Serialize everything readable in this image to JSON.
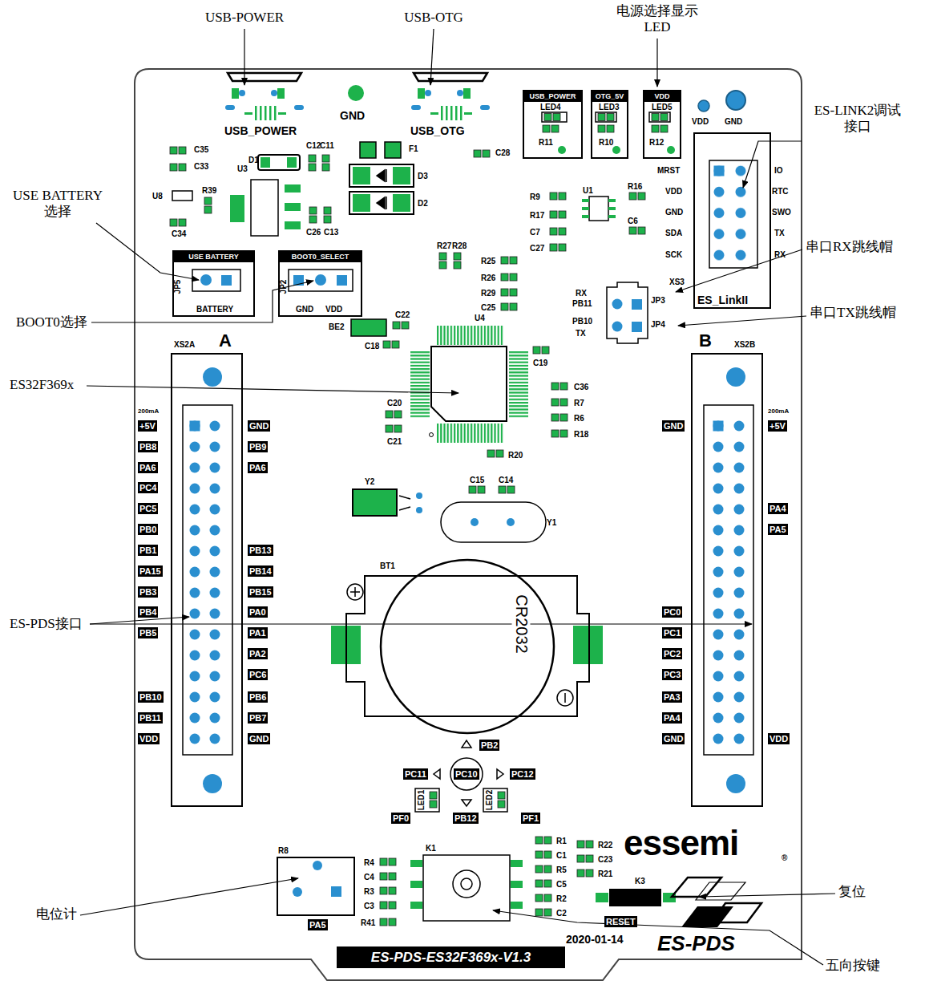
{
  "diagram": {
    "nodes": [
      {
        "text": [
          "USB_POWER",
          "LED4",
          "R11"
        ]
      },
      {
        "text": [
          "OTG_5V",
          "LED3",
          "R10"
        ]
      },
      {
        "text": [
          "VDD",
          "LED5",
          "R12"
        ]
      },
      {
        "text": [
          "ES_LinkII"
        ]
      },
      {
        "text": [
          "USE BATTERY",
          "JP5",
          "BATTERY"
        ]
      },
      {
        "text": [
          "BOOT0_SELECT",
          "JP2",
          "GND",
          "VDD"
        ]
      },
      {
        "text": [
          "XS2A",
          "A"
        ]
      },
      {
        "text": [
          "B",
          "XS2B"
        ]
      },
      {
        "text": [
          "R8",
          "PA5"
        ]
      },
      {
        "text": [
          "K3",
          "RESET"
        ]
      },
      {
        "text": [
          "ES-PDS-ES32F369x-V1.3"
        ]
      }
    ],
    "labels": [
      "USB-POWER",
      "USB-OTG",
      "电源选择显示 LED",
      "ES-LINK2调试 接口",
      "USE BATTERY 选择",
      "BOOT0选择",
      "串口RX跳线帽",
      "串口TX跳线帽",
      "ES32F369x",
      "ES-PDS接口",
      "电位计",
      "复位",
      "五向按键",
      "USB_POWER",
      "USB_OTG",
      "GND",
      "VDD",
      "GND",
      "C35",
      "C33",
      "U3",
      "D1",
      "C12",
      "C11",
      "F1",
      "C28",
      "D3",
      "D2",
      "U8",
      "R39",
      "C34",
      "C26",
      "C13",
      "R9",
      "R17",
      "C7",
      "C27",
      "U1",
      "R16",
      "C6",
      "R27",
      "R28",
      "R25",
      "R26",
      "R29",
      "C25",
      "BE2",
      "C22",
      "C18",
      "U4",
      "C19",
      "C36",
      "R7",
      "R6",
      "R18",
      "C20",
      "C21",
      "R20",
      "Y2",
      "C15",
      "C14",
      "Y1",
      "BT1",
      "CR2032",
      "MRST",
      "VDD",
      "GND",
      "SDA",
      "SCK",
      "IO",
      "RTC",
      "SWO",
      "TX",
      "RX",
      "XS3",
      "RX",
      "PB11",
      "JP3",
      "PB10",
      "TX",
      "JP4",
      "200mA",
      "+5V",
      "PB8",
      "PA6",
      "PC4",
      "PC5",
      "PB0",
      "PB1",
      "PA15",
      "PB3",
      "PB4",
      "PB5",
      "PB10",
      "PB11",
      "VDD",
      "GND",
      "PB9",
      "PA6",
      "PB13",
      "PB14",
      "PB15",
      "PA0",
      "PA1",
      "PA2",
      "PC6",
      "PB6",
      "PB7",
      "GND",
      "GND",
      "PC0",
      "PC1",
      "PC2",
      "PC3",
      "PA3",
      "PA4",
      "GND",
      "200mA",
      "+5V",
      "PA4",
      "PA5",
      "VDD",
      "PB2",
      "PC11",
      "PC10",
      "PC12",
      "LED1",
      "LED2",
      "PF0",
      "PB12",
      "PF1",
      "K1",
      "R4",
      "C4",
      "R3",
      "C3",
      "R41",
      "R1",
      "C1",
      "R5",
      "C5",
      "R2",
      "C2",
      "R22",
      "C23",
      "R21",
      "essemi",
      "®",
      "2020-01-14",
      "ES-PDS"
    ]
  }
}
